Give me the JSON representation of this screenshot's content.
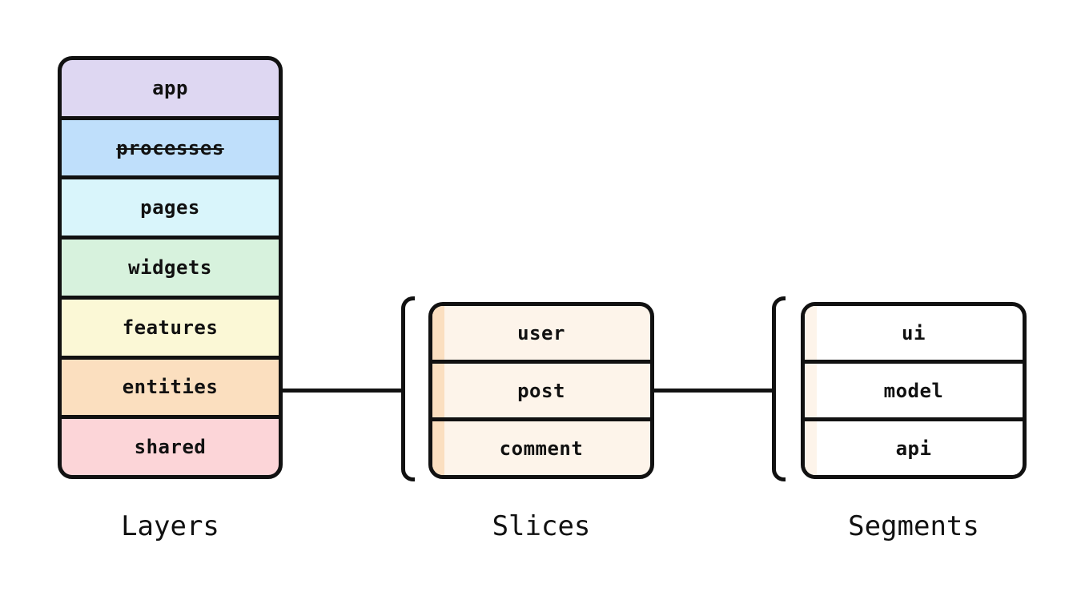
{
  "canvas": {
    "background": "#ffffff",
    "stroke": "#111111"
  },
  "layers": {
    "caption": "Layers",
    "items": [
      {
        "label": "app",
        "color": "#ded7f2",
        "deprecated": false
      },
      {
        "label": "processes",
        "color": "#bfdffb",
        "deprecated": true
      },
      {
        "label": "pages",
        "color": "#d9f5fb",
        "deprecated": false
      },
      {
        "label": "widgets",
        "color": "#d7f2dd",
        "deprecated": false
      },
      {
        "label": "features",
        "color": "#fbf8d6",
        "deprecated": false
      },
      {
        "label": "entities",
        "color": "#fbdfbf",
        "deprecated": false
      },
      {
        "label": "shared",
        "color": "#fcd5d8",
        "deprecated": false
      }
    ]
  },
  "slices": {
    "caption": "Slices",
    "row_background": "#fdf4ea",
    "strip_color": "#fbdfc0",
    "items": [
      {
        "label": "user"
      },
      {
        "label": "post"
      },
      {
        "label": "comment"
      }
    ]
  },
  "segments": {
    "caption": "Segments",
    "row_background": "#ffffff",
    "strip_color": "#fdf4ea",
    "items": [
      {
        "label": "ui"
      },
      {
        "label": "model"
      },
      {
        "label": "api"
      }
    ]
  }
}
